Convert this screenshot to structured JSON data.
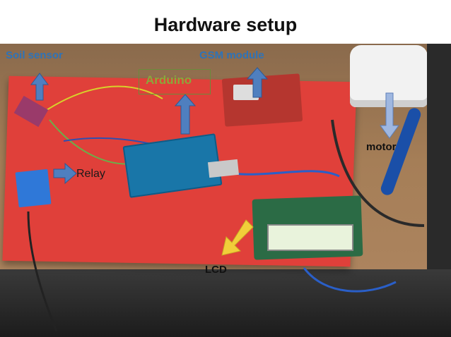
{
  "title": "Hardware setup",
  "labels": {
    "soil_sensor": "Soil sensor",
    "gsm_module": "GSM module",
    "arduino": "Arduino",
    "motor": "motor",
    "relay": "Relay",
    "lcd": "LCD"
  },
  "colors": {
    "arrow_blue": "#4f7fbf",
    "gsm_label": "#2e73b8",
    "arduino_label": "#8aa83a",
    "lcd_arrow": "#f1ce3a",
    "board_red": "#e0403a"
  }
}
